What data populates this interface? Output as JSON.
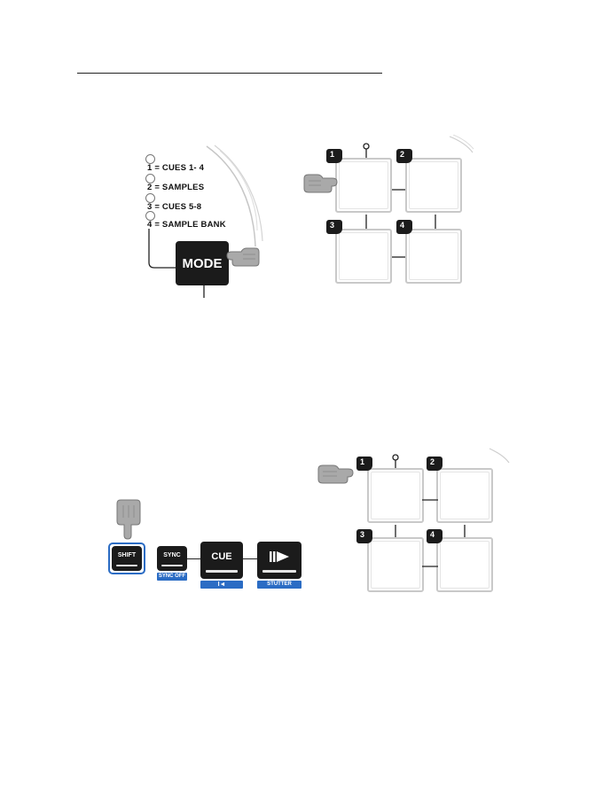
{
  "mode_panel": {
    "modes": [
      {
        "label": "1 = CUES 1- 4"
      },
      {
        "label": "2 = SAMPLES"
      },
      {
        "label": "3 = CUES 5-8"
      },
      {
        "label": "4 = SAMPLE BANK"
      }
    ],
    "mode_button": "MODE"
  },
  "pad_grid_top": {
    "pads": [
      "1",
      "2",
      "3",
      "4"
    ]
  },
  "pad_grid_bottom": {
    "pads": [
      "1",
      "2",
      "3",
      "4"
    ]
  },
  "transport": {
    "shift": "SHIFT",
    "sync": "SYNC",
    "sync_sub": "SYNC OFF",
    "cue": "CUE",
    "cue_sub": "I◄",
    "play_sub": "STUTTER"
  },
  "colors": {
    "accent_blue": "#2b6cc4",
    "button_black": "#1b1b1b",
    "pad_border": "#c9c9c9"
  }
}
